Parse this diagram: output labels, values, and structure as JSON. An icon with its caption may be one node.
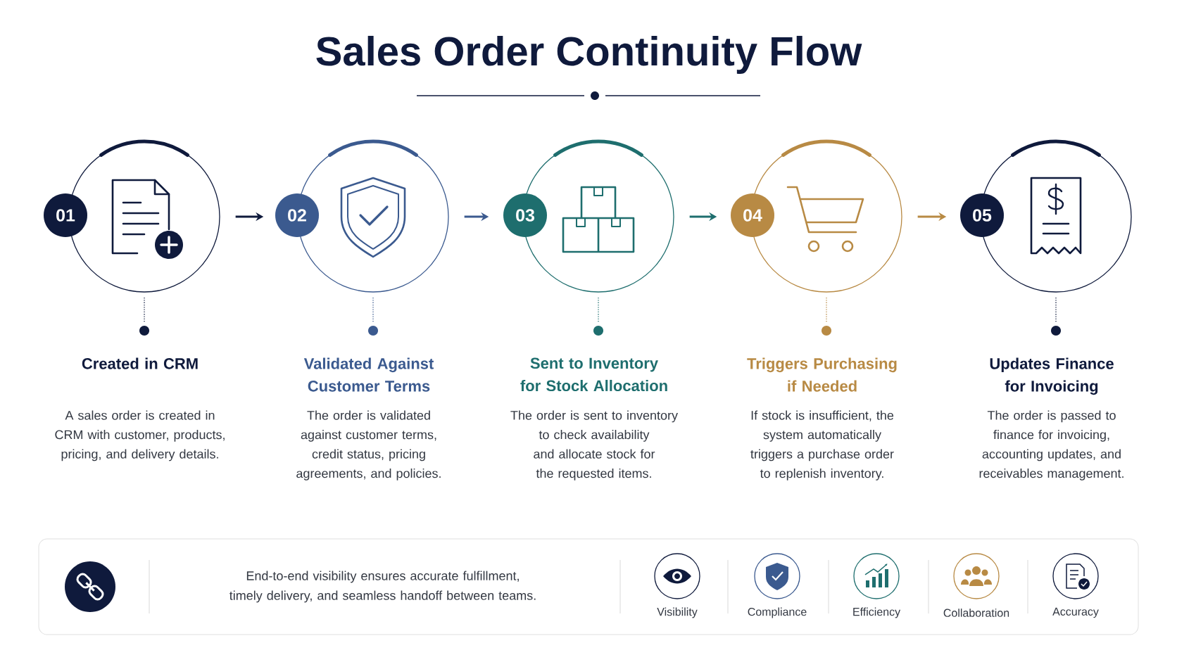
{
  "diagram": {
    "title": "Sales Order Continuity Flow",
    "nodes": [
      {
        "text": [
          "01"
        ],
        "beside": [
          "Created in CRM",
          "A sales order is created in CRM with customer, products, pricing, and delivery details."
        ]
      },
      {
        "text": [
          "02"
        ],
        "beside": [
          "Validated Against Customer Terms",
          "The order is validated against customer terms, credit status, pricing agreements, and policies."
        ]
      },
      {
        "text": [
          "03"
        ],
        "beside": [
          "Sent to Inventory for Stock Allocation",
          "The order is sent to inventory to check availability and allocate stock for the requested items."
        ]
      },
      {
        "text": [
          "04"
        ],
        "beside": [
          "Triggers Purchasing if Needed",
          "If stock is insufficient, the system automatically triggers a purchase order to replenish inventory."
        ]
      },
      {
        "text": [
          "05"
        ],
        "beside": [
          "Updates Finance for Invoicing",
          "The order is passed to finance for invoicing, accounting updates, and receivables management."
        ]
      }
    ],
    "edges": [
      {
        "from": 0,
        "to": 1,
        "arrow": "to",
        "color": "#0f1a3c"
      },
      {
        "from": 1,
        "to": 2,
        "arrow": "to",
        "color": "#3b5a8f"
      },
      {
        "from": 2,
        "to": 3,
        "arrow": "to",
        "color": "#1e6e6e"
      },
      {
        "from": 3,
        "to": 4,
        "arrow": "to",
        "color": "#b88a44"
      }
    ],
    "labels": [
      "End-to-end visibility ensures accurate fulfillment, timely delivery, and seamless handoff between teams.",
      "Visibility",
      "Compliance",
      "Efficiency",
      "Collaboration",
      "Accuracy"
    ]
  }
}
